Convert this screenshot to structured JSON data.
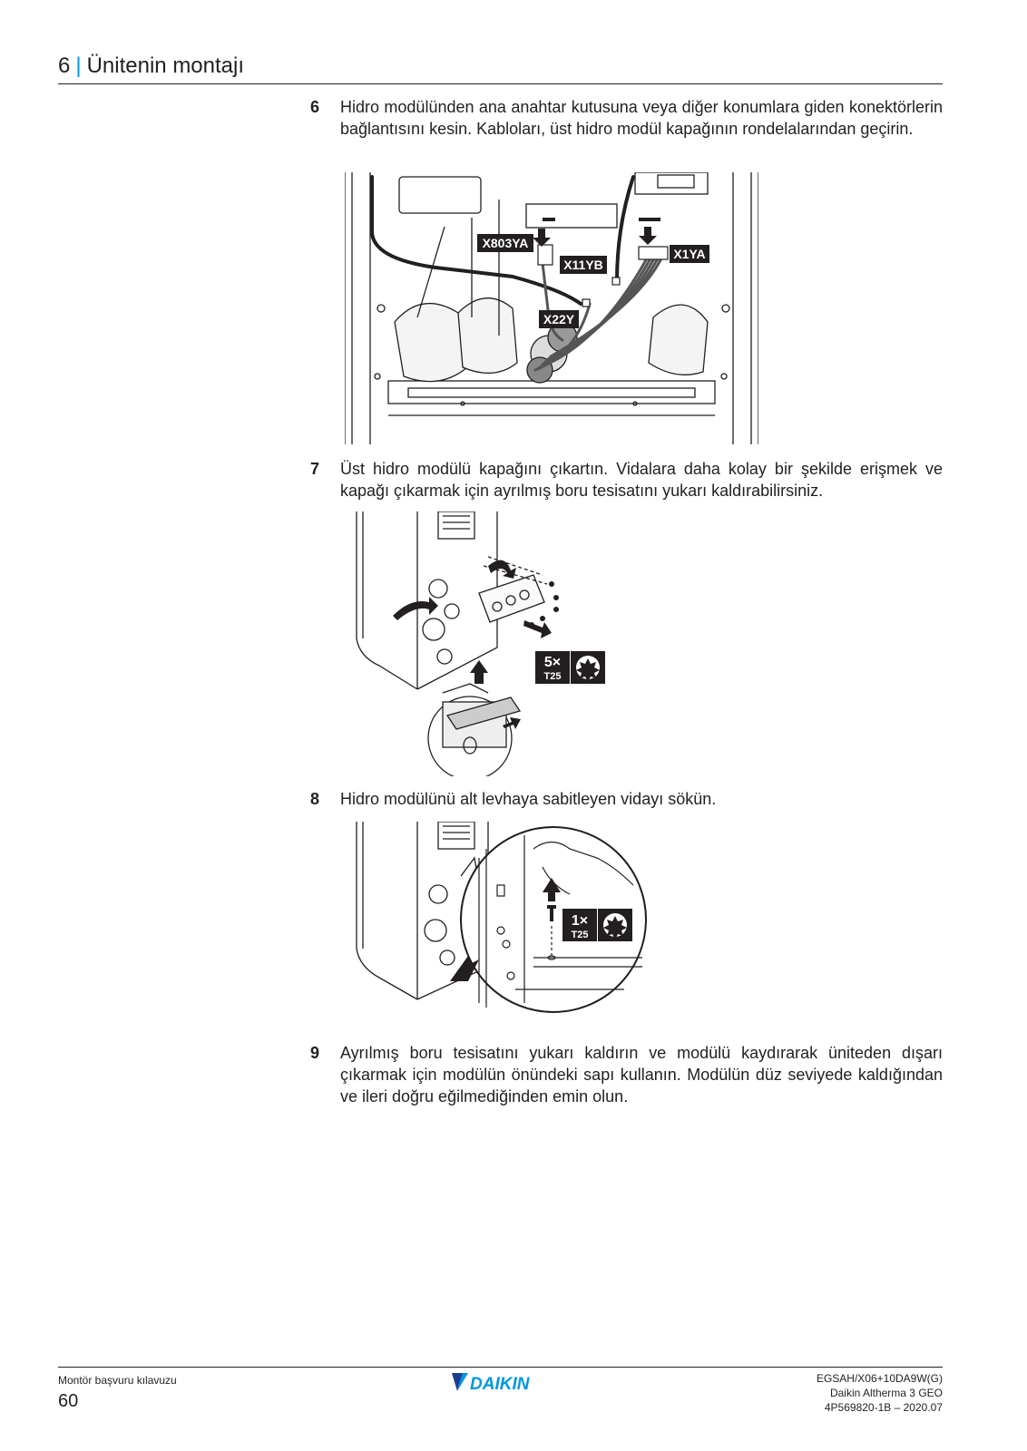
{
  "header": {
    "section_number": "6",
    "separator": "|",
    "section_title": "Ünitenin montajı"
  },
  "steps": [
    {
      "number": "6",
      "text": "Hidro modülünden ana anahtar kutusuna veya diğer konumlara giden konektörlerin bağlantısını kesin. Kabloları, üst hidro modül kapağının rondelalarından geçirin."
    },
    {
      "number": "7",
      "text": "Üst hidro modülü kapağını çıkartın. Vidalara daha kolay bir şekilde erişmek ve kapağı çıkarmak için ayrılmış boru tesisatını yukarı kaldırabilirsiniz."
    },
    {
      "number": "8",
      "text": "Hidro modülünü alt levhaya sabitleyen vidayı sökün."
    },
    {
      "number": "9",
      "text": "Ayrılmış boru tesisatını yukarı kaldırın ve modülü kaydırarak üniteden dışarı çıkarmak için modülün önündeki sapı kullanın. Modülün düz seviyede kaldığından ve ileri doğru eğilmediğinden emin olun."
    }
  ],
  "figure1": {
    "labels": {
      "x803ya": "X803YA",
      "x11yb": "X11YB",
      "x1ya": "X1YA",
      "x22y": "X22Y"
    }
  },
  "figure2": {
    "screw_count": "5×",
    "tool": "T25"
  },
  "figure3": {
    "screw_count": "1×",
    "tool": "T25"
  },
  "footer": {
    "left": "Montör başvuru kılavuzu",
    "page_number": "60",
    "brand": "DAIKIN",
    "model": "EGSAH/X06+10DA9W(G)",
    "product": "Daikin Altherma 3 GEO",
    "doc_code": "4P569820-1B – 2020.07"
  },
  "colors": {
    "accent": "#0097e0",
    "logo_blue": "#0097e0",
    "logo_dark": "#1a3f8f",
    "label_bg": "#231f20"
  }
}
